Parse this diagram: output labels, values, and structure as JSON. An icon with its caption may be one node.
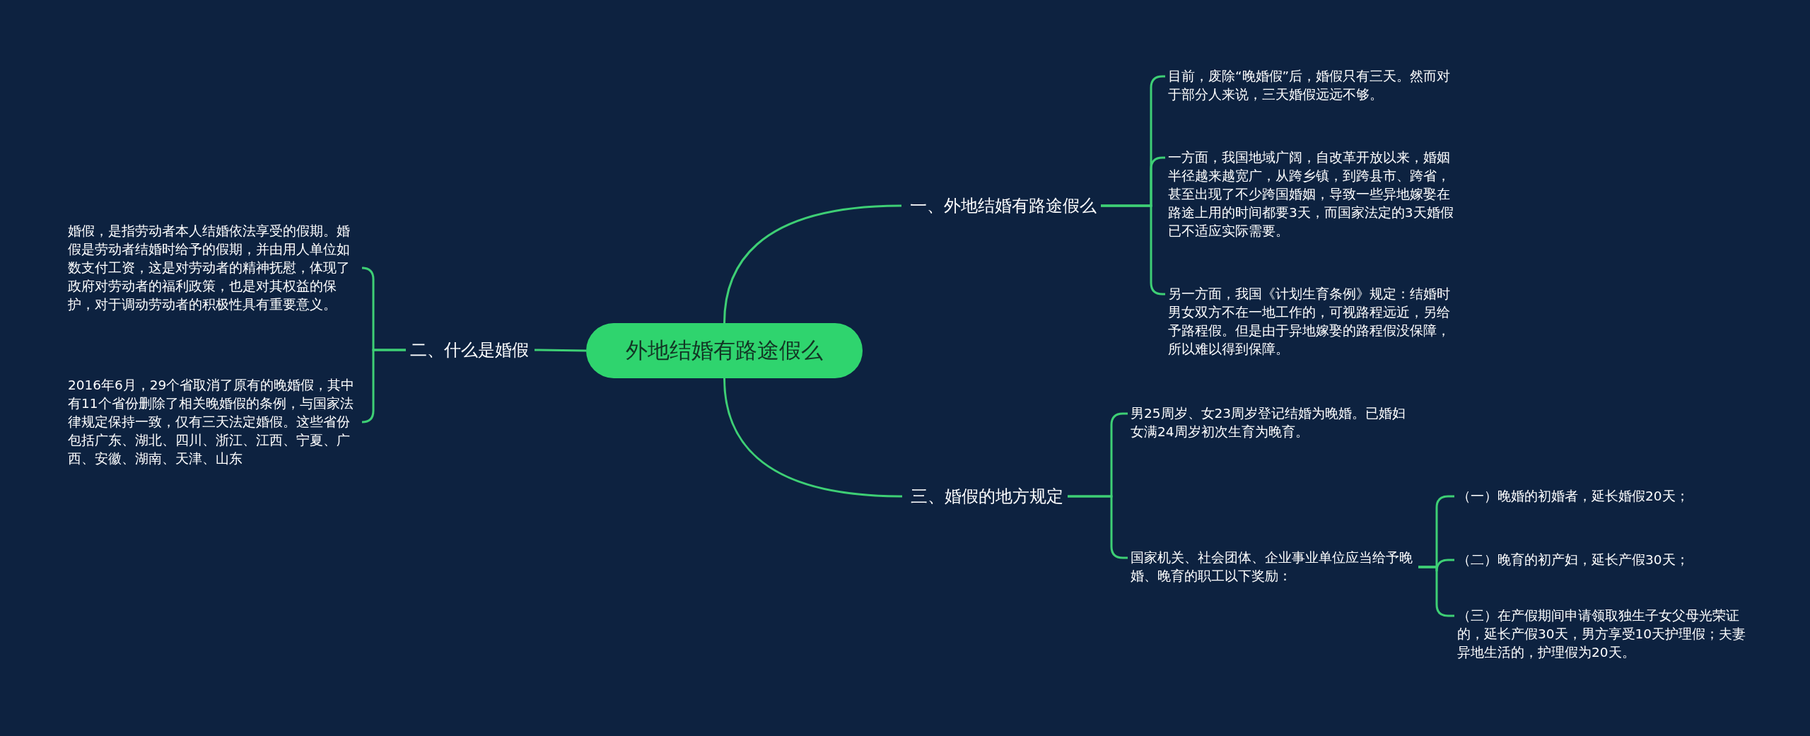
{
  "diagram": {
    "nodes": [
      {
        "text": [
          "外地结婚有路途假么"
        ]
      },
      {
        "text": [
          "一、外地结婚有路途假么"
        ]
      },
      {
        "text": [
          "二、什么是婚假"
        ]
      },
      {
        "text": [
          "三、婚假的地方规定"
        ]
      },
      {
        "text": [
          "目前，废除“晚婚假”后，婚假只有三天。然而对于部分人来说，三天婚假远远不够。"
        ]
      },
      {
        "text": [
          "一方面，我国地域广阔，自改革开放以来，婚姻半径越来越宽广，从跨乡镇，到跨县市、跨省，甚至出现了不少跨国婚姻，导致一些异地嫁娶在路途上用的时间都要3天，而国家法定的3天婚假已不适应实际需要。"
        ]
      },
      {
        "text": [
          "另一方面，我国《计划生育条例》规定：结婚时男女双方不在一地工作的，可视路程远近，另给予路程假。但是由于异地嫁娶的路程假没保障，所以难以得到保障。"
        ]
      },
      {
        "text": [
          "婚假，是指劳动者本人结婚依法享受的假期。婚假是劳动者结婚时给予的假期，并由用人单位如数支付工资，这是对劳动者的精神抚慰，体现了政府对劳动者的福利政策，也是对其权益的保护，对于调动劳动者的积极性具有重要意义。"
        ]
      },
      {
        "text": [
          "2016年6月，29个省取消了原有的晚婚假，其中有11个省份删除了相关晚婚假的条例，与国家法律规定保持一致，仅有三天法定婚假。这些省份包括广东、湖北、四川、浙江、江西、宁夏、广西、安徽、湖南、天津、山东"
        ]
      },
      {
        "text": [
          "男25周岁、女23周岁登记结婚为晚婚。已婚妇女满24周岁初次生育为晚育。"
        ]
      },
      {
        "text": [
          "国家机关、社会团体、企业事业单位应当给予晚婚、晚育的职工以下奖励："
        ]
      },
      {
        "text": [
          "（一）晚婚的初婚者，延长婚假20天；"
        ]
      },
      {
        "text": [
          "（二）晚育的初产妇，延长产假30天；"
        ]
      },
      {
        "text": [
          "（三）在产假期间申请领取独生子女父母光荣证的，延长产假30天，男方享受10天护理假；夫妻异地生活的，护理假为20天。"
        ]
      }
    ],
    "edges": [
      {
        "from": 0,
        "to": 1,
        "arrow": "none"
      },
      {
        "from": 0,
        "to": 2,
        "arrow": "none"
      },
      {
        "from": 0,
        "to": 3,
        "arrow": "none"
      },
      {
        "from": 1,
        "to": 4,
        "arrow": "none"
      },
      {
        "from": 1,
        "to": 5,
        "arrow": "none"
      },
      {
        "from": 1,
        "to": 6,
        "arrow": "none"
      },
      {
        "from": 2,
        "to": 7,
        "arrow": "none"
      },
      {
        "from": 2,
        "to": 8,
        "arrow": "none"
      },
      {
        "from": 3,
        "to": 9,
        "arrow": "none"
      },
      {
        "from": 3,
        "to": 10,
        "arrow": "none"
      },
      {
        "from": 10,
        "to": 11,
        "arrow": "none"
      },
      {
        "from": 10,
        "to": 12,
        "arrow": "none"
      },
      {
        "from": 10,
        "to": 13,
        "arrow": "none"
      }
    ]
  }
}
